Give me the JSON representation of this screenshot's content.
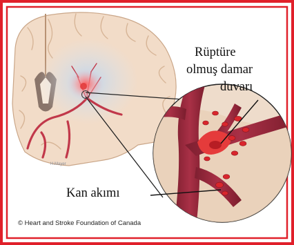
{
  "labels": {
    "rupture_line1": "Rüptüre",
    "rupture_line2": "olmuş damar",
    "rupture_line3": "duvarı",
    "blood_flow": "Kan akımı"
  },
  "credit": {
    "artist": "H.Mayer",
    "copyright": "© Heart and Stroke Foundation of Canada"
  },
  "colors": {
    "frame_red": "#e0202a",
    "brain_tissue": "#f2dcc8",
    "vessel": "#a72b3d",
    "bleed": "#e23a3a"
  }
}
